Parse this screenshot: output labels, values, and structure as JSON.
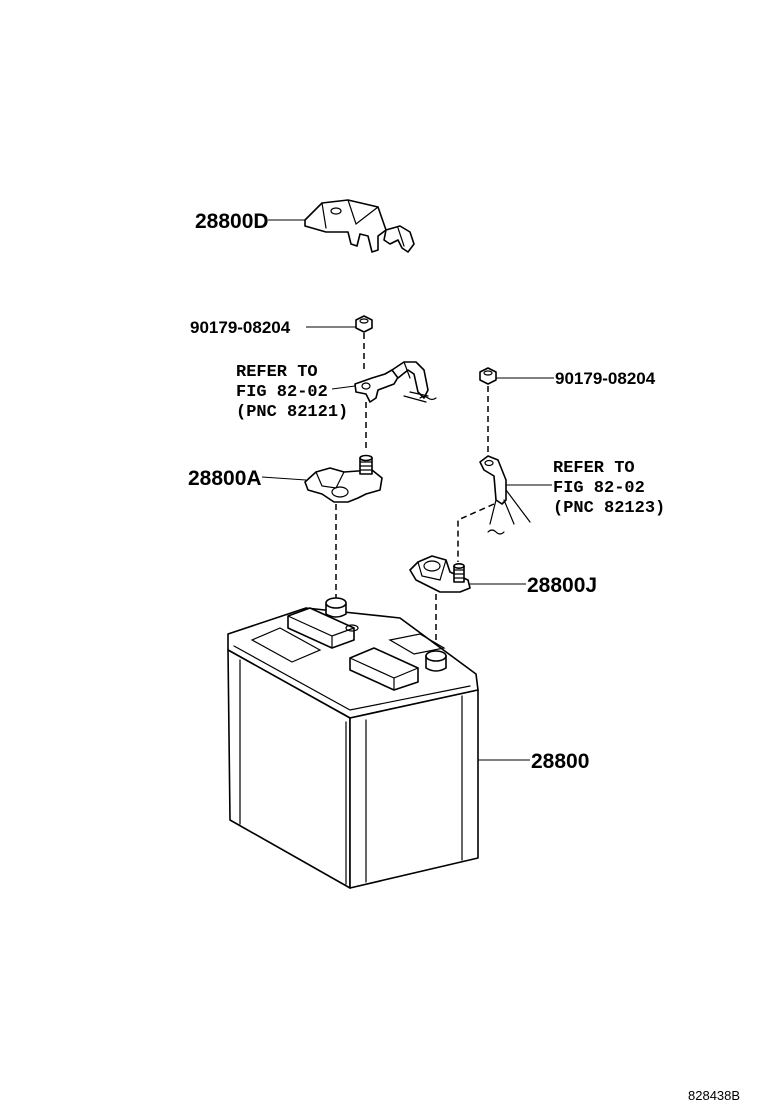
{
  "labels": {
    "cover_d": "28800D",
    "nut_left": "90179-08204",
    "nut_right": "90179-08204",
    "ref_left": [
      "REFER TO",
      "FIG 82-02",
      "(PNC 82121)"
    ],
    "ref_right": [
      "REFER TO",
      "FIG 82-02",
      "(PNC 82123)"
    ],
    "terminal_a": "28800A",
    "terminal_j": "28800J",
    "battery": "28800",
    "illustration_code": "828438B"
  }
}
